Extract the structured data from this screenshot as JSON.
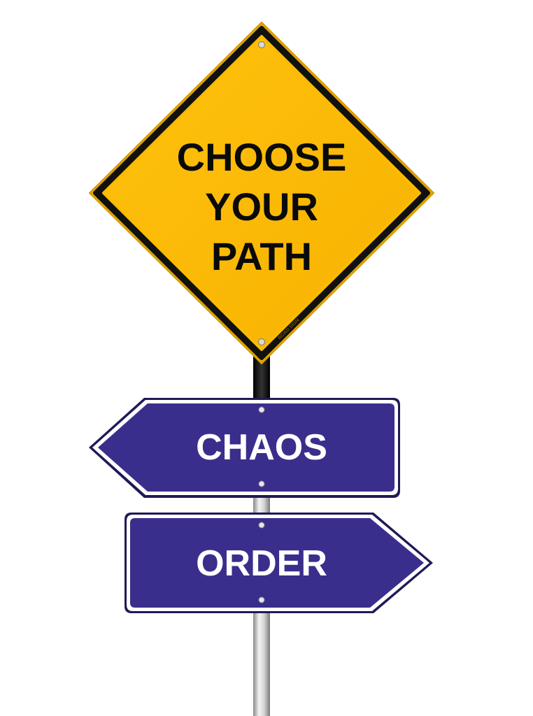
{
  "warning_sign": {
    "lines": [
      "CHOOSE",
      "YOUR",
      "PATH"
    ],
    "fine_print": "ROAD SIGN",
    "fill_color": "#FDBB00",
    "border_color": "#111111",
    "text_color": "#0a0a0a"
  },
  "arrow_signs": [
    {
      "label": "CHAOS",
      "direction": "left"
    },
    {
      "label": "ORDER",
      "direction": "right"
    }
  ],
  "arrow_sign_colors": {
    "fill": "#3A2E8C",
    "border": "#ffffff",
    "text": "#ffffff"
  },
  "pole": {
    "upper_color": "#1a1a1a",
    "lower_color": "#c8c8c8"
  },
  "background_color": "#ffffff"
}
